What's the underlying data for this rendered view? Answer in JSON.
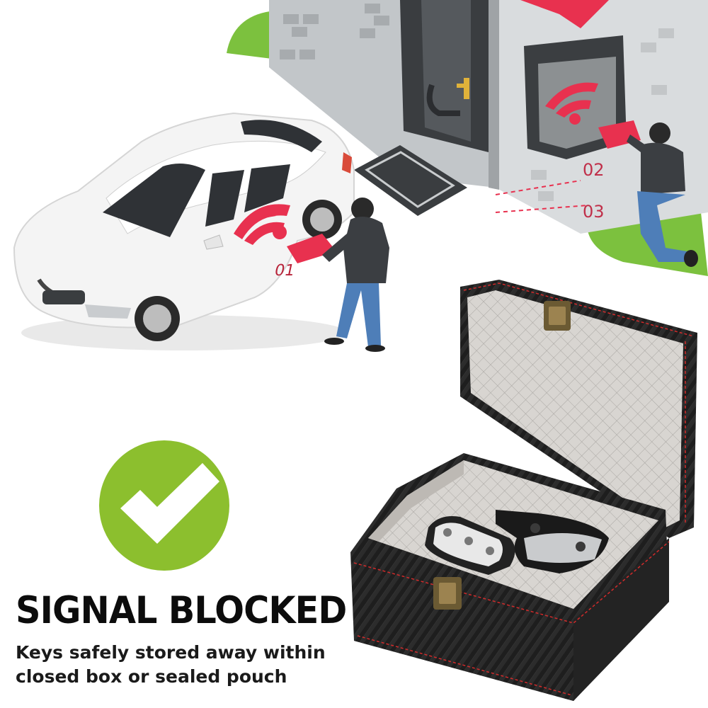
{
  "steps": {
    "step1": "01",
    "step2": "02",
    "step3": "03"
  },
  "headline": "SIGNAL BLOCKED",
  "caption": {
    "line1": "Keys safely stored away within",
    "line2": "closed box or sealed pouch"
  },
  "colors": {
    "accent_red": "#e8314f",
    "check_green": "#8cbf2e",
    "house_gray": "#b5b9bc",
    "lawn_green": "#7cc13e",
    "box_black": "#1c1c1c",
    "stitch_red": "#d22b2b"
  },
  "icons": {
    "wifi": "wifi-signal-icon",
    "check": "checkmark-icon",
    "lock": "box-clasp-icon"
  }
}
